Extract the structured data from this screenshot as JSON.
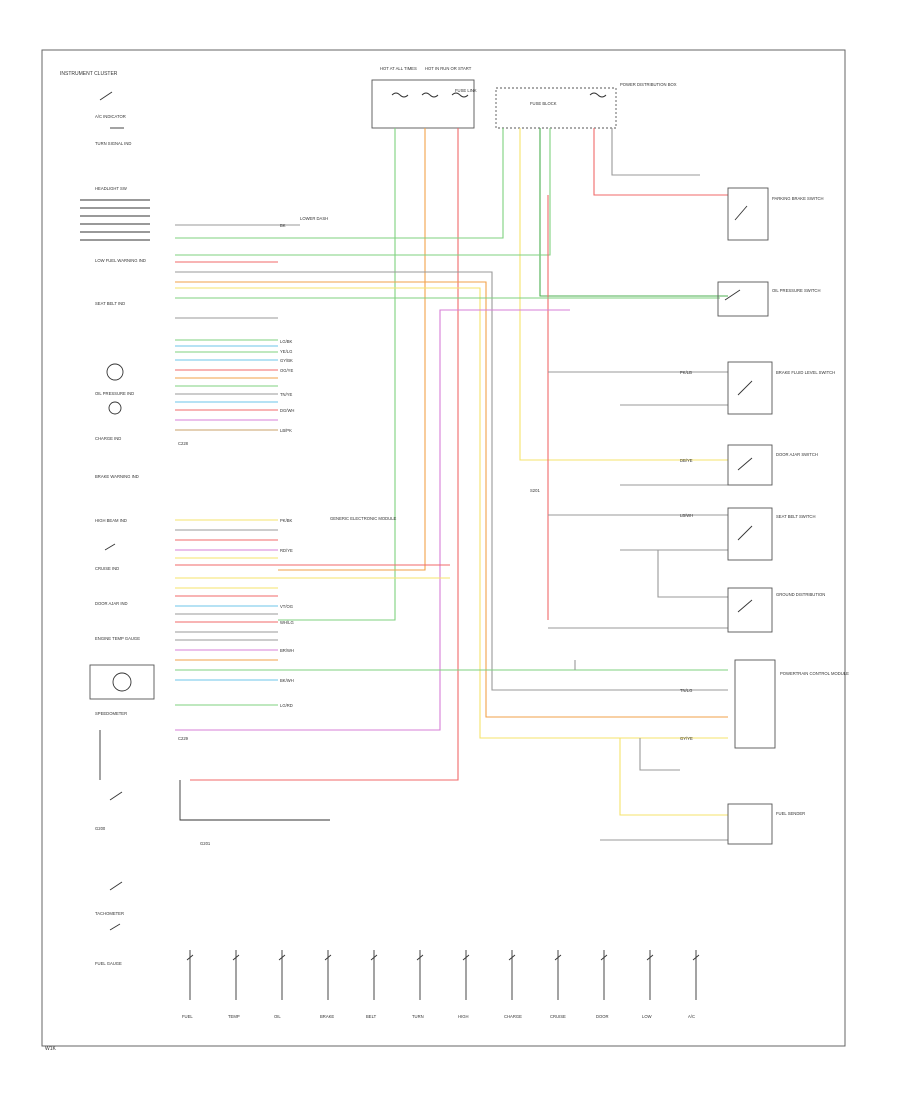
{
  "labels": {
    "instrument_cluster": "INSTRUMENT CLUSTER",
    "ac_indicator": "A/C INDICATOR",
    "turn_signal_ind": "TURN SIGNAL IND",
    "headlight_sw": "HEADLIGHT SW",
    "seat_belt_ind": "SEAT BELT IND",
    "low_fuel_warning": "LOW FUEL WARNING IND",
    "oil_pressure_ind": "OIL PRESSURE IND",
    "charge_ind": "CHARGE IND",
    "brake_warning": "BRAKE WARNING IND",
    "high_beam_ind": "HIGH BEAM IND",
    "cruise_ind": "CRUISE IND",
    "door_ajar_ind": "DOOR AJAR IND",
    "engine_temp_gauge": "ENGINE TEMP GAUGE",
    "speedometer": "SPEEDOMETER",
    "tachometer": "TACHOMETER",
    "fuel_gauge": "FUEL GAUGE",
    "hot_at_all_times": "HOT AT ALL TIMES",
    "hot_in_run": "HOT IN RUN OR START",
    "fuse_link": "FUSE LINK",
    "fuse_block": "FUSE BLOCK",
    "power_distribution": "POWER DISTRIBUTION BOX",
    "lower_dash": "LOWER DASH",
    "gem": "GENERIC ELECTRONIC MODULE",
    "parking_brake_sw": "PARKING BRAKE SWITCH",
    "oil_pressure_sw": "OIL PRESSURE SWITCH",
    "brake_fluid_sw": "BRAKE FLUID LEVEL SWITCH",
    "door_ajar_sw": "DOOR AJAR SWITCH",
    "seat_belt_sw": "SEAT BELT SWITCH",
    "fuel_sender": "FUEL SENDER",
    "pcm": "POWERTRAIN CONTROL MODULE",
    "ground_distribution": "GROUND DISTRIBUTION",
    "connector_c": "C228",
    "connector_c2": "C229",
    "splice": "S201",
    "g200": "G200",
    "g201": "G201",
    "wire_codes": [
      "BK",
      "LG/BK",
      "YE/LG",
      "GY/BK",
      "OG/YE",
      "TN/YE",
      "DG/WH",
      "LB/PK",
      "PK/BK",
      "RD/YE",
      "VT/OG",
      "WH/LG",
      "BR/WH",
      "BK/WH",
      "LG/RD",
      "PK/LB",
      "DB/YE",
      "LB/WH",
      "TN/LG",
      "GY/YE"
    ],
    "bottom_row": [
      "FUEL",
      "TEMP",
      "OIL",
      "BRAKE",
      "BELT",
      "TURN",
      "HIGH",
      "CHARGE",
      "CRUISE",
      "DOOR",
      "LOW",
      "A/C"
    ],
    "footer": "W1K"
  }
}
